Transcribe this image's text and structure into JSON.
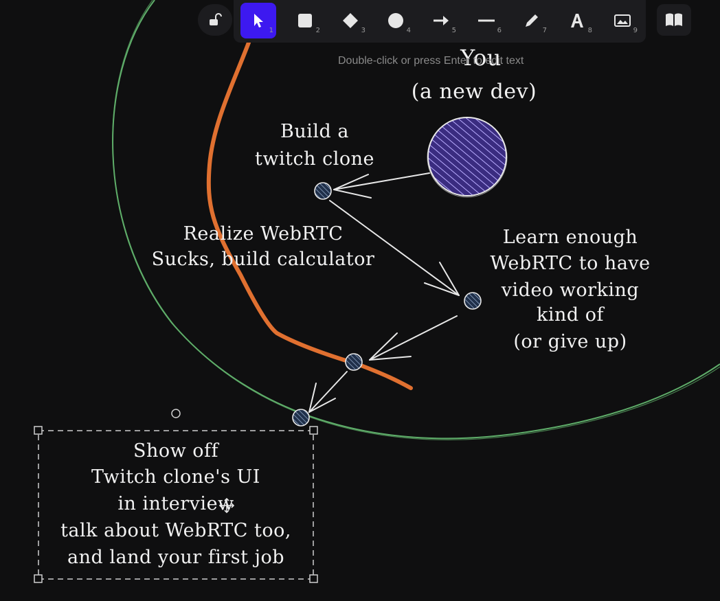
{
  "toolbar": {
    "lock_label": "lock",
    "tools": [
      {
        "id": "selection",
        "key": "1",
        "icon": "cursor-icon"
      },
      {
        "id": "rectangle",
        "key": "2",
        "icon": "square-icon"
      },
      {
        "id": "diamond",
        "key": "3",
        "icon": "diamond-icon"
      },
      {
        "id": "ellipse",
        "key": "4",
        "icon": "circle-icon"
      },
      {
        "id": "arrow",
        "key": "5",
        "icon": "arrow-icon"
      },
      {
        "id": "line",
        "key": "6",
        "icon": "line-icon"
      },
      {
        "id": "draw",
        "key": "7",
        "icon": "pencil-icon"
      },
      {
        "id": "text",
        "key": "8",
        "icon": "text-icon"
      },
      {
        "id": "image",
        "key": "9",
        "icon": "image-icon"
      }
    ],
    "active_tool": "selection"
  },
  "hint": "Double-click or press Enter to edit text",
  "canvas": {
    "you": [
      "You",
      "(a new dev)"
    ],
    "node_build": [
      "Build a",
      "twitch clone"
    ],
    "node_realize": [
      "Realize WebRTC",
      "Sucks, build calculator"
    ],
    "node_learn": [
      "Learn enough",
      "WebRTC to have",
      "video working",
      "kind of",
      "(or give up)"
    ],
    "selected_text": [
      "Show off",
      "Twitch clone's UI",
      "in interview",
      "talk about WebRTC too,",
      "and land your first job"
    ]
  },
  "colors": {
    "background": "#0f0f10",
    "accent": "#3d19f0",
    "green_ellipse": "#5fae6a",
    "orange_path": "#e07030",
    "purple_fill": "#4b3a9c"
  }
}
